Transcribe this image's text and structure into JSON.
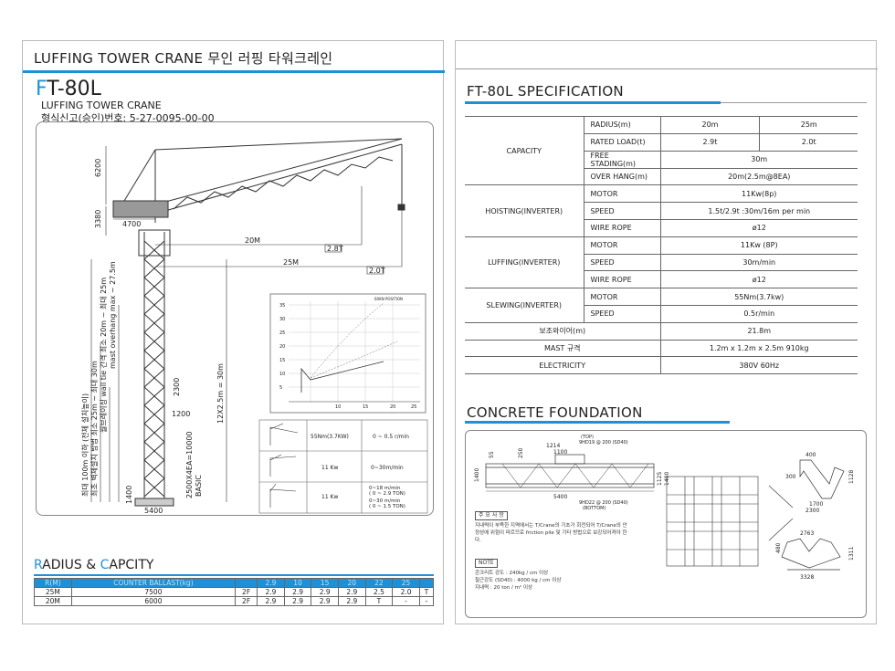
{
  "left": {
    "header": "LUFFING TOWER CRANE 무인 러핑 타워크레인",
    "model_prefix": "F",
    "model_rest": "T-80L",
    "subtitle": "LUFFING TOWER CRANE",
    "approval": "형식신고(승인)번호: 5-27-0095-00-00",
    "dims": {
      "h6200": "6200",
      "h3380": "3380",
      "w4700": "4700",
      "r20": "20M",
      "r25": "25M",
      "load28": "2.8T",
      "load20": "2.0T",
      "mast": "12X2.5m = 30m",
      "d1200": "1200",
      "d2300": "2300",
      "base": "5400",
      "d1400": "1400",
      "basic": "BASIC",
      "basic_spec": "2500X4EA=10000",
      "v1": "최대 100m 이하 (전체 설치높이)",
      "v2": "최초 벽체설치 방법 최소 25m ~ 최대 30m",
      "v3": "월브레이싱 wall tie 간격 최소 20m ~ 최대 25m",
      "v4": "mast overhang max ~ 27.5m",
      "win_label": "60KN POSITION",
      "axis_y": [
        "35",
        "30",
        "25",
        "20",
        "15",
        "10",
        "5"
      ],
      "axis_x": [
        "10",
        "15",
        "20",
        "25"
      ]
    },
    "motions": [
      {
        "motor": "55Nm(3.7KW)",
        "speed": "0 ~ 0.5 r/min"
      },
      {
        "motor": "11 Kw",
        "speed": "0~30m/min"
      },
      {
        "motor": "11 Kw",
        "speed": "0~18 m/min",
        "speed2": "( 0 ~ 2.9 TON)",
        "speed3": "0~30 m/min",
        "speed4": "( 0 ~ 1.5 TON)"
      }
    ],
    "radius_title_1": "R",
    "radius_title_2": "ADIUS & ",
    "radius_title_3": "C",
    "radius_title_4": "APCITY",
    "radius_table": {
      "header": [
        "R(M)",
        "COUNTER BALLAST(kg)",
        "",
        "2.9",
        "10",
        "15",
        "20",
        "22",
        "25",
        ""
      ],
      "rows": [
        [
          "25M",
          "7500",
          "2F",
          "2.9",
          "2.9",
          "2.9",
          "2.9",
          "2.5",
          "2.0",
          "T"
        ],
        [
          "20M",
          "6000",
          "2F",
          "2.9",
          "2.9",
          "2.9",
          "2.9",
          "T",
          "-",
          "-"
        ]
      ]
    }
  },
  "right": {
    "header": "FT-80L SPECIFICATION",
    "spec": {
      "capacity": "CAPACITY",
      "radius": "RADIUS(m)",
      "r1": "20m",
      "r2": "25m",
      "rated": "RATED LOAD(t)",
      "l1": "2.9t",
      "l2": "2.0t",
      "free": "FREE STADING(m)",
      "free_v": "30m",
      "over": "OVER HANG(m)",
      "over_v": "20m(2.5m@8EA)",
      "hoisting": "HOISTING(INVERTER)",
      "motor": "MOTOR",
      "h_motor": "11Kw(8p)",
      "speed": "SPEED",
      "h_speed": "1.5t/2.9t :30m/16m per min",
      "wire": "WIRE ROPE",
      "h_wire": "ø12",
      "luffing": "LUFFING(INVERTER)",
      "l_motor": "11Kw (8P)",
      "l_speed": "30m/min",
      "l_wire": "ø12",
      "slewing": "SLEWING(INVERTER)",
      "s_motor": "55Nm(3.7kw)",
      "s_speed": "0.5r/min",
      "aux": "보조와이어(m)",
      "aux_v": "21.8m",
      "mast": "MAST 규격",
      "mast_v": "1.2m x 1.2m x 2.5m 910kg",
      "elec": "ELECTRICITY",
      "elec_v": "380V 60Hz"
    },
    "foundation_title": "CONCRETE FOUNDATION",
    "foundation": {
      "top": "(TOP)",
      "top_bar": "9HD19 @ 200 (SD40)",
      "bottom_bar": "9HD22 @ 200 (SD40)",
      "bottom": "(BOTTOM)",
      "w1214": "1214",
      "w1100": "1100",
      "w5400": "5400",
      "h1400": "1400",
      "h1125": "1125",
      "h55": "55",
      "w250": "250",
      "caution_tag": "주 요 사 항",
      "caution": "지내력이 부족한 지역에서는 T/Crane의 기초가 회전되어 T/Crane의 안정성에 위험이 따르므로 friction pile 및 기타 방법으로 보강되어져야 한다.",
      "note_tag": "NOTE",
      "note1": "콘크리트 강도 : 240kg / cm 이상",
      "note2": "철근강도 (SD40) : 4000 kg / cm 이상",
      "note3": "지내력 : 20 ton / m² 이상",
      "w400": "400",
      "w300": "300",
      "w1700": "1700",
      "w2300": "2300",
      "h1128": "1128",
      "w2763": "2763",
      "w3328": "3328",
      "h1311": "1311",
      "h480": "480"
    }
  }
}
